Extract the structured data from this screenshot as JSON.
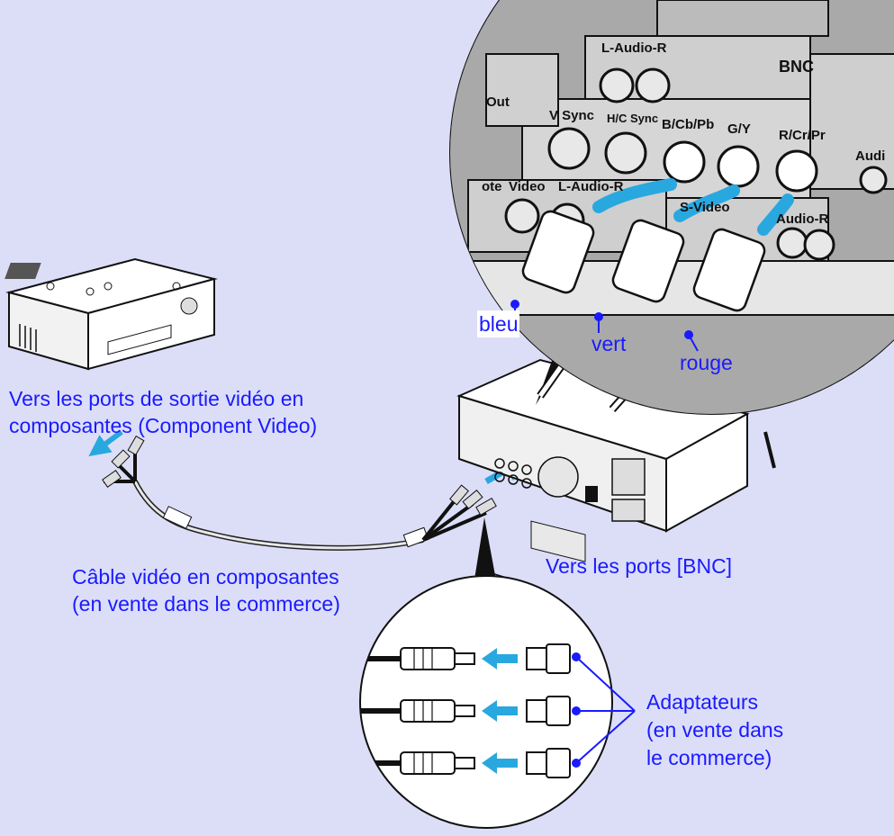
{
  "labels": {
    "source_ports": [
      "Vers les ports de sortie vidéo en",
      "composantes (Component Video)"
    ],
    "cable": [
      "Câble vidéo en composantes",
      "(en vente dans le commerce)"
    ],
    "bnc_ports": "Vers les ports [BNC]",
    "adapters": [
      "Adaptateurs",
      "(en vente dans",
      "le commerce)"
    ],
    "colors": {
      "blue": "bleu",
      "green": "vert",
      "red": "rouge"
    }
  },
  "panel": {
    "audio_top": "L-Audio-R",
    "bnc": "BNC",
    "out": "Out",
    "v_sync": "V Sync",
    "hc_sync": "H/C Sync",
    "b_cb_pb": "B/Cb/Pb",
    "g_y": "G/Y",
    "r_cr_pr": "R/Cr/Pr",
    "video": "Video",
    "audio_bottom": "L-Audio-R",
    "svideo": "S-Video",
    "audio_right": "Audio-R",
    "remote_partial": "ote",
    "audio_edge": "Audi"
  },
  "theme": {
    "background": "#dcdef8",
    "label_color": "#1a1aff",
    "arrow_color": "#29a8e0"
  }
}
